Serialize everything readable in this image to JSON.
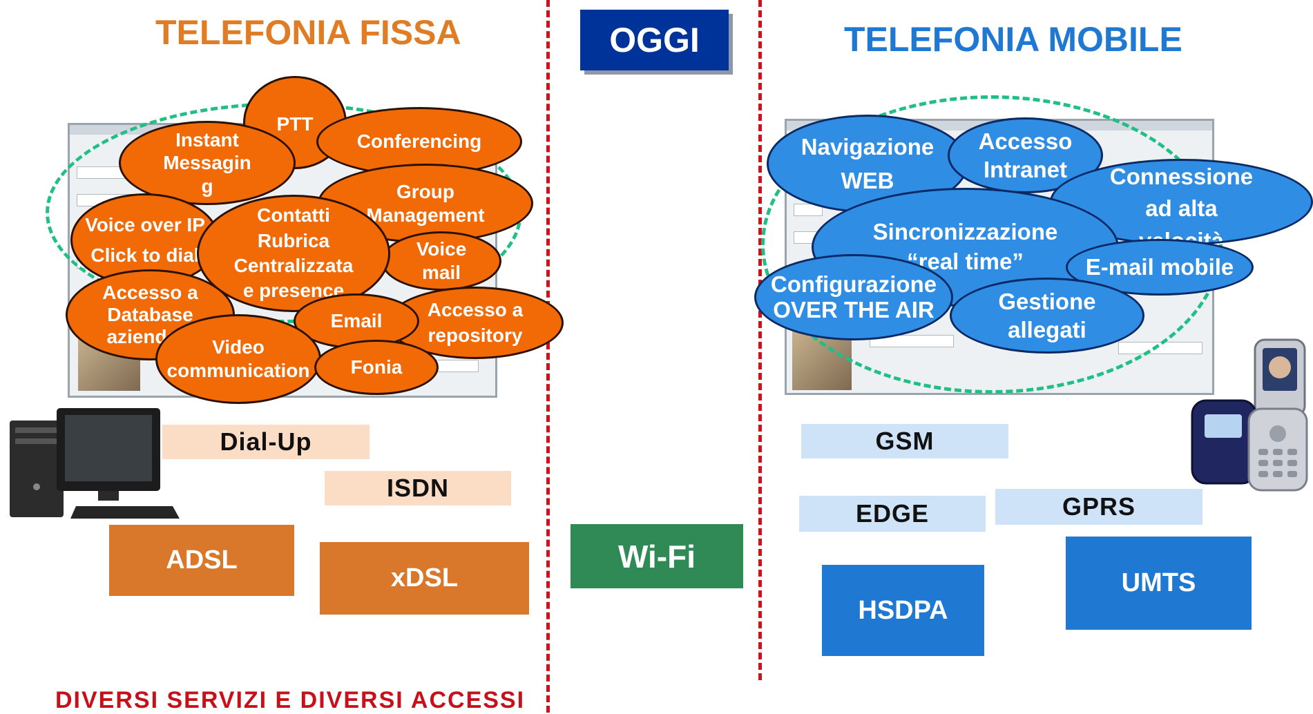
{
  "fixed": {
    "title": "TELEFONIA FISSA",
    "services": {
      "ptt": "PTT",
      "instant": "Instant\nMessagin\ng",
      "conferencing": "Conferencing",
      "group": "Group\nManagement",
      "voip": "Voice over IP\nClick to dial",
      "contatti": "Contatti\nRubrica\nCentralizzata\ne presence",
      "voicemail": "Voice\nmail",
      "database": "Accesso a\nDatabase\naziendale",
      "video": "Video\ncommunication",
      "email": "Email",
      "repository": "Accesso a\nrepository",
      "fonia": "Fonia"
    },
    "access": {
      "dialup": "Dial-Up",
      "isdn": "ISDN",
      "adsl": "ADSL",
      "xdsl": "xDSL"
    }
  },
  "center": {
    "oggi": "OGGI",
    "wifi": "Wi-Fi"
  },
  "mobile": {
    "title": "TELEFONIA MOBILE",
    "services": {
      "nav": "Navigazione\nWEB",
      "intranet": "Accesso\nIntranet",
      "connessione": "Connessione\nad alta\nvelocità",
      "sync": "Sincronizzazione\n“real time”",
      "emailmobile": "E-mail mobile",
      "ota": "Configurazione\nOVER THE AIR",
      "allegati": "Gestione\nallegati"
    },
    "access": {
      "gsm": "GSM",
      "edge": "EDGE",
      "gprs": "GPRS",
      "hsdpa": "HSDPA",
      "umts": "UMTS"
    }
  },
  "footer": "DIVERSI SERVIZI E DIVERSI ACCESSI",
  "colors": {
    "orange_title": "#e07c24",
    "blue_title": "#1f78d1",
    "oggi_bg": "#003399",
    "wifi_bg": "#2f8a55",
    "adsl_bg": "#d9782a",
    "hsdpa_bg": "#1f78d1",
    "light_peach": "#fbdcc4",
    "light_blue": "#cfe3f8",
    "divider": "#d3101a"
  }
}
